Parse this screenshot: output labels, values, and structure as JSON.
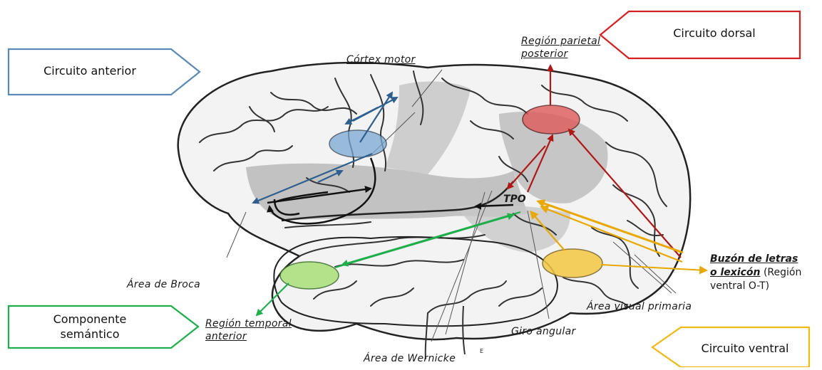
{
  "boxes": {
    "anterior": "Circuito anterior",
    "dorsal": "Circuito dorsal",
    "semantic_line1": "Componente",
    "semantic_line2": "semántico",
    "ventral": "Circuito ventral"
  },
  "labels": {
    "motor_cortex": "Córtex motor",
    "parietal_line1": "Región parietal",
    "parietal_line2": "posterior",
    "tpo": "TPO",
    "broca": "Área de Broca",
    "temporal_line1": "Región temporal",
    "temporal_line2": "anterior",
    "wernicke": "Área de Wernicke",
    "wernicke_mark": "E",
    "angular": "Giro angular",
    "visual": "Área visual primaria",
    "letterbox_line1": "Buzón de letras",
    "letterbox_line2_bold": "o lexicón",
    "letterbox_line2_rest": " (Región",
    "letterbox_line3": "ventral O-T)"
  },
  "colors": {
    "blue": "#5b8ab4",
    "red": "#d42020",
    "green": "#1fae4b",
    "yellow": "#f0b812",
    "dark_red": "#b01818",
    "gold": "#e8a800"
  }
}
